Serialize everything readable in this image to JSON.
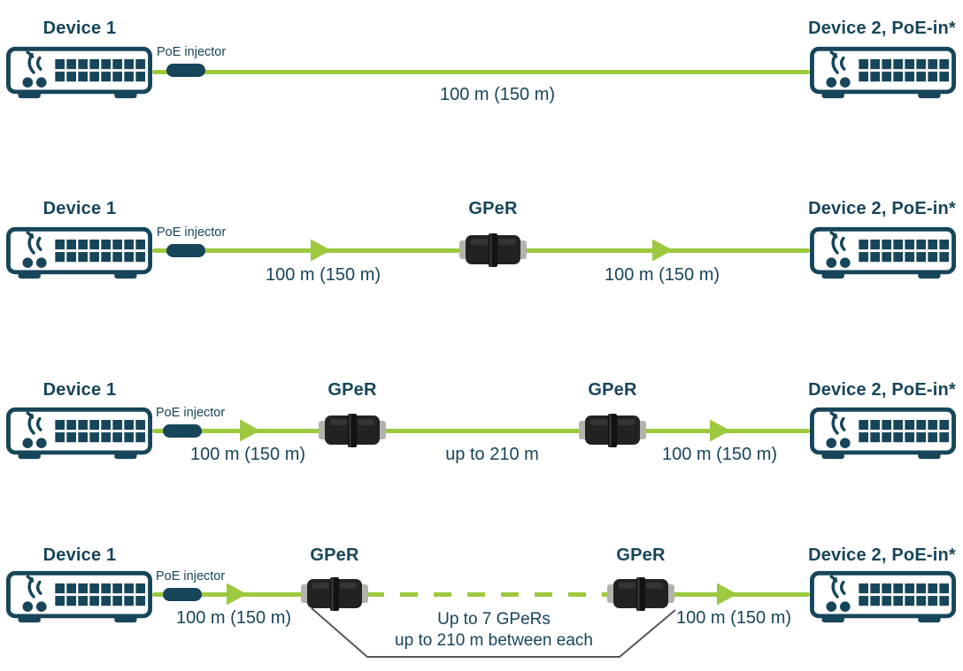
{
  "colors": {
    "navy": "#17455a",
    "green": "#9cc93e",
    "bracket_gray": "#55565a"
  },
  "rows": [
    {
      "device1_label": "Device 1",
      "poe_injector_label": "PoE injector",
      "segment_label": "100 m (150 m)",
      "device2_label": "Device 2, PoE-in*"
    },
    {
      "device1_label": "Device 1",
      "poe_injector_label": "PoE injector",
      "gper_label": "GPeR",
      "left_segment_label": "100 m (150 m)",
      "right_segment_label": "100 m (150 m)",
      "device2_label": "Device 2, PoE-in*"
    },
    {
      "device1_label": "Device 1",
      "poe_injector_label": "PoE injector",
      "gper1_label": "GPeR",
      "gper2_label": "GPeR",
      "left_segment_label": "100 m (150 m)",
      "middle_segment_label": "up to 210 m",
      "right_segment_label": "100 m (150 m)",
      "device2_label": "Device 2, PoE-in*"
    },
    {
      "device1_label": "Device 1",
      "poe_injector_label": "PoE injector",
      "gper1_label": "GPeR",
      "gper2_label": "GPeR",
      "left_segment_label": "100 m (150 m)",
      "right_segment_label": "100 m (150 m)",
      "note_line1": "Up to 7 GPeRs",
      "note_line2": "up to 210 m between each",
      "device2_label": "Device 2, PoE-in*"
    }
  ]
}
